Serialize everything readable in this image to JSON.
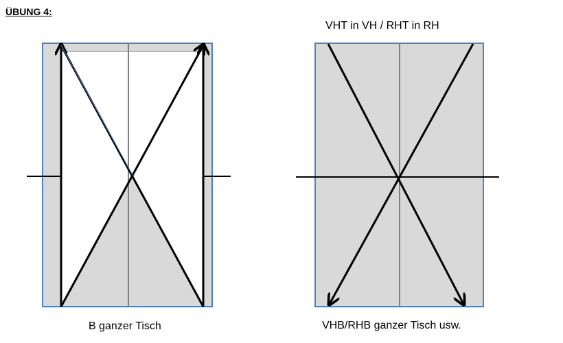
{
  "title": "ÜBUNG 4:",
  "left_diagram": {
    "caption": "B ganzer Tisch"
  },
  "right_diagram": {
    "caption_top": "VHT in VH / RHT in RH",
    "caption_bottom": "VHB/RHB ganzer Tisch usw."
  },
  "colors": {
    "table_fill": "#d9d9d9",
    "table_border": "#4f81bd",
    "center_line": "#808080",
    "stroke": "#000000"
  }
}
